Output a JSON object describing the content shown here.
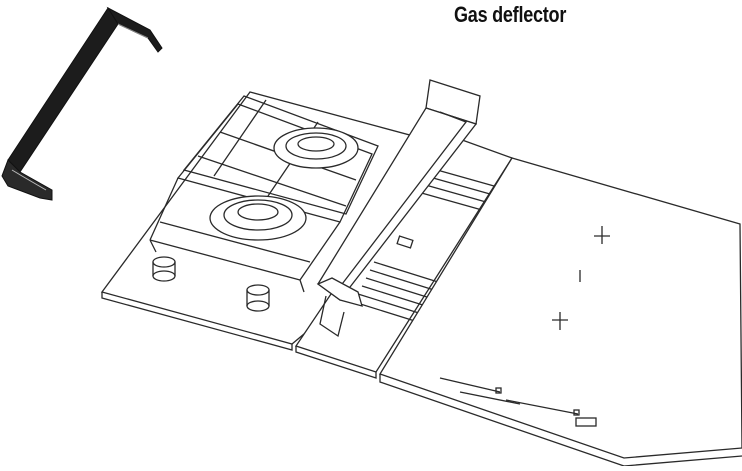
{
  "title": "Gas deflector",
  "colors": {
    "line": "#2a2a2a",
    "deflector_fill": "#1c1c1c",
    "background": "#ffffff"
  },
  "components": {
    "deflector_part": "gas-deflector-accessory",
    "gas_hob": "two-burner-gas-hob",
    "downdraft": "downdraft-vent-unit",
    "induction": "induction-hob"
  }
}
